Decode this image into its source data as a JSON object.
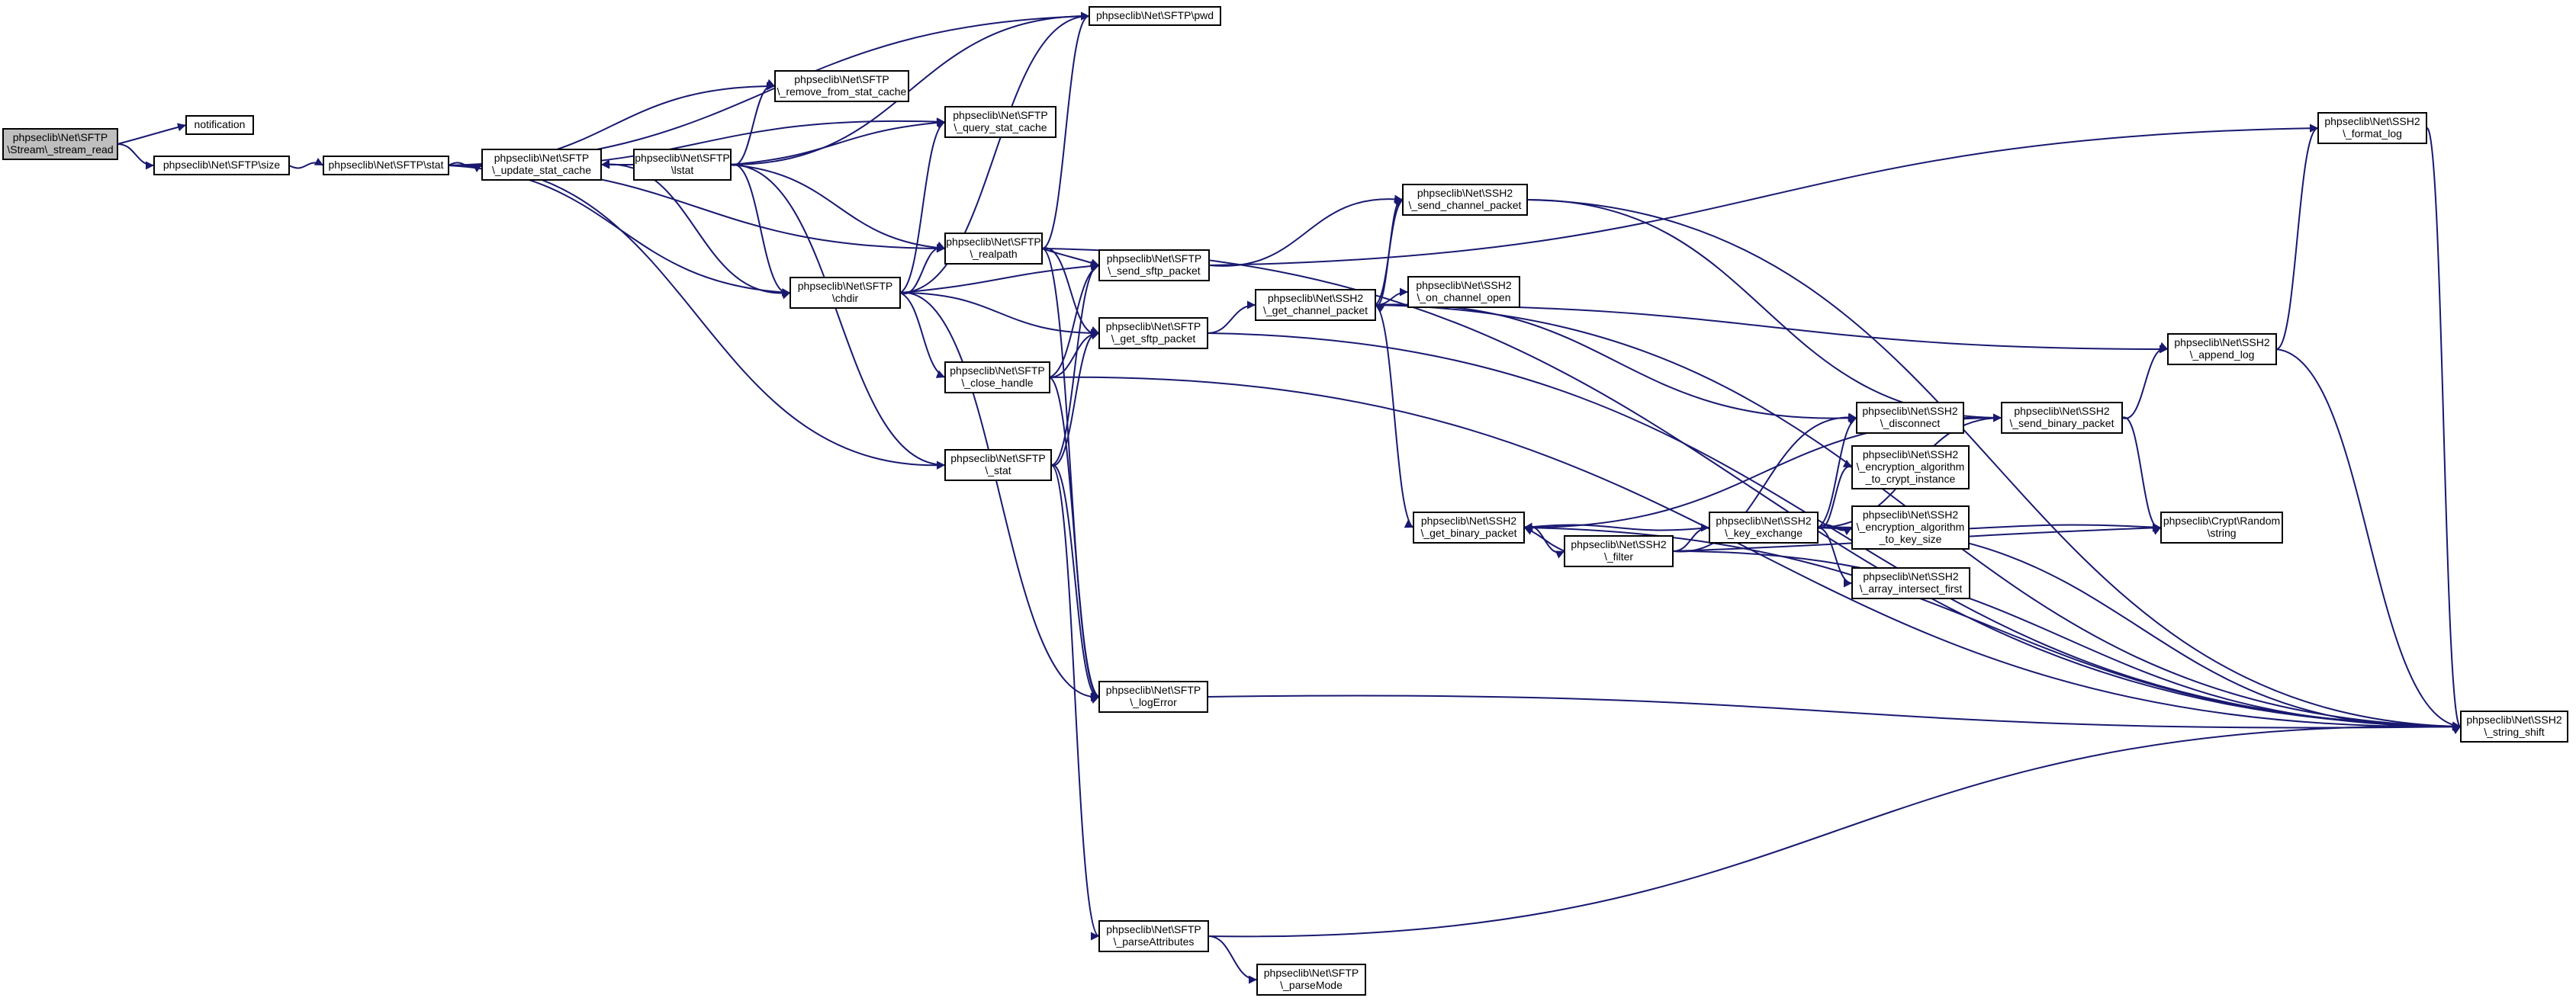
{
  "colors": {
    "edge": "#191970",
    "node_border": "#000000",
    "node_fill": "#ffffff",
    "root_fill": "#bfbfbf"
  },
  "nodes": [
    {
      "id": "stream_read",
      "lines": [
        "phpseclib\\Net\\SFTP",
        "\\Stream\\_stream_read"
      ],
      "root": true
    },
    {
      "id": "notification",
      "lines": [
        "notification"
      ]
    },
    {
      "id": "size",
      "lines": [
        "phpseclib\\Net\\SFTP\\size"
      ]
    },
    {
      "id": "stat",
      "lines": [
        "phpseclib\\Net\\SFTP\\stat"
      ]
    },
    {
      "id": "update_stat_cache",
      "lines": [
        "phpseclib\\Net\\SFTP",
        "\\_update_stat_cache"
      ]
    },
    {
      "id": "lstat",
      "lines": [
        "phpseclib\\Net\\SFTP",
        "\\lstat"
      ]
    },
    {
      "id": "remove_from_stat_cache",
      "lines": [
        "phpseclib\\Net\\SFTP",
        "\\_remove_from_stat_cache"
      ]
    },
    {
      "id": "query_stat_cache",
      "lines": [
        "phpseclib\\Net\\SFTP",
        "\\_query_stat_cache"
      ]
    },
    {
      "id": "pwd",
      "lines": [
        "phpseclib\\Net\\SFTP\\pwd"
      ]
    },
    {
      "id": "realpath",
      "lines": [
        "phpseclib\\Net\\SFTP",
        "\\_realpath"
      ]
    },
    {
      "id": "chdir",
      "lines": [
        "phpseclib\\Net\\SFTP",
        "\\chdir"
      ]
    },
    {
      "id": "close_handle",
      "lines": [
        "phpseclib\\Net\\SFTP",
        "\\_close_handle"
      ]
    },
    {
      "id": "sftp_stat",
      "lines": [
        "phpseclib\\Net\\SFTP",
        "\\_stat"
      ]
    },
    {
      "id": "send_sftp_packet",
      "lines": [
        "phpseclib\\Net\\SFTP",
        "\\_send_sftp_packet"
      ]
    },
    {
      "id": "get_sftp_packet",
      "lines": [
        "phpseclib\\Net\\SFTP",
        "\\_get_sftp_packet"
      ]
    },
    {
      "id": "logError",
      "lines": [
        "phpseclib\\Net\\SFTP",
        "\\_logError"
      ]
    },
    {
      "id": "parseAttributes",
      "lines": [
        "phpseclib\\Net\\SFTP",
        "\\_parseAttributes"
      ]
    },
    {
      "id": "parseMode",
      "lines": [
        "phpseclib\\Net\\SFTP",
        "\\_parseMode"
      ]
    },
    {
      "id": "send_channel_packet",
      "lines": [
        "phpseclib\\Net\\SSH2",
        "\\_send_channel_packet"
      ]
    },
    {
      "id": "get_channel_packet",
      "lines": [
        "phpseclib\\Net\\SSH2",
        "\\_get_channel_packet"
      ]
    },
    {
      "id": "on_channel_open",
      "lines": [
        "phpseclib\\Net\\SSH2",
        "\\_on_channel_open"
      ]
    },
    {
      "id": "get_binary_packet",
      "lines": [
        "phpseclib\\Net\\SSH2",
        "\\_get_binary_packet"
      ]
    },
    {
      "id": "filter",
      "lines": [
        "phpseclib\\Net\\SSH2",
        "\\_filter"
      ]
    },
    {
      "id": "key_exchange",
      "lines": [
        "phpseclib\\Net\\SSH2",
        "\\_key_exchange"
      ]
    },
    {
      "id": "disconnect",
      "lines": [
        "phpseclib\\Net\\SSH2",
        "\\_disconnect"
      ]
    },
    {
      "id": "encryption_algorithm_to_crypt_instance",
      "lines": [
        "phpseclib\\Net\\SSH2",
        "\\_encryption_algorithm",
        "_to_crypt_instance"
      ]
    },
    {
      "id": "encryption_algorithm_to_key_size",
      "lines": [
        "phpseclib\\Net\\SSH2",
        "\\_encryption_algorithm",
        "_to_key_size"
      ]
    },
    {
      "id": "array_intersect_first",
      "lines": [
        "phpseclib\\Net\\SSH2",
        "\\_array_intersect_first"
      ]
    },
    {
      "id": "send_binary_packet",
      "lines": [
        "phpseclib\\Net\\SSH2",
        "\\_send_binary_packet"
      ]
    },
    {
      "id": "append_log",
      "lines": [
        "phpseclib\\Net\\SSH2",
        "\\_append_log"
      ]
    },
    {
      "id": "format_log",
      "lines": [
        "phpseclib\\Net\\SSH2",
        "\\_format_log"
      ]
    },
    {
      "id": "crypt_random_string",
      "lines": [
        "phpseclib\\Crypt\\Random",
        "\\string"
      ]
    },
    {
      "id": "string_shift",
      "lines": [
        "phpseclib\\Net\\SSH2",
        "\\_string_shift"
      ]
    }
  ],
  "edges": [
    [
      "stream_read",
      "notification"
    ],
    [
      "stream_read",
      "size"
    ],
    [
      "size",
      "stat"
    ],
    [
      "stat",
      "update_stat_cache"
    ],
    [
      "stat",
      "remove_from_stat_cache"
    ],
    [
      "stat",
      "query_stat_cache"
    ],
    [
      "stat",
      "pwd"
    ],
    [
      "stat",
      "realpath"
    ],
    [
      "stat",
      "chdir"
    ],
    [
      "stat",
      "sftp_stat"
    ],
    [
      "lstat",
      "update_stat_cache"
    ],
    [
      "lstat",
      "remove_from_stat_cache"
    ],
    [
      "lstat",
      "query_stat_cache"
    ],
    [
      "lstat",
      "pwd"
    ],
    [
      "lstat",
      "realpath"
    ],
    [
      "lstat",
      "chdir"
    ],
    [
      "lstat",
      "sftp_stat"
    ],
    [
      "chdir",
      "update_stat_cache"
    ],
    [
      "chdir",
      "query_stat_cache"
    ],
    [
      "chdir",
      "pwd"
    ],
    [
      "chdir",
      "realpath"
    ],
    [
      "chdir",
      "send_sftp_packet"
    ],
    [
      "chdir",
      "get_sftp_packet"
    ],
    [
      "chdir",
      "close_handle"
    ],
    [
      "chdir",
      "logError"
    ],
    [
      "realpath",
      "pwd"
    ],
    [
      "realpath",
      "send_sftp_packet"
    ],
    [
      "realpath",
      "get_sftp_packet"
    ],
    [
      "realpath",
      "logError"
    ],
    [
      "realpath",
      "string_shift"
    ],
    [
      "close_handle",
      "send_sftp_packet"
    ],
    [
      "close_handle",
      "get_sftp_packet"
    ],
    [
      "close_handle",
      "logError"
    ],
    [
      "close_handle",
      "string_shift"
    ],
    [
      "sftp_stat",
      "send_sftp_packet"
    ],
    [
      "sftp_stat",
      "get_sftp_packet"
    ],
    [
      "sftp_stat",
      "logError"
    ],
    [
      "sftp_stat",
      "parseAttributes"
    ],
    [
      "send_sftp_packet",
      "send_channel_packet"
    ],
    [
      "send_sftp_packet",
      "format_log"
    ],
    [
      "get_sftp_packet",
      "get_channel_packet"
    ],
    [
      "get_sftp_packet",
      "string_shift"
    ],
    [
      "logError",
      "string_shift"
    ],
    [
      "parseAttributes",
      "parseMode"
    ],
    [
      "parseAttributes",
      "string_shift"
    ],
    [
      "send_channel_packet",
      "get_channel_packet"
    ],
    [
      "send_channel_packet",
      "send_binary_packet"
    ],
    [
      "send_channel_packet",
      "string_shift"
    ],
    [
      "get_channel_packet",
      "send_channel_packet"
    ],
    [
      "get_channel_packet",
      "on_channel_open"
    ],
    [
      "get_channel_packet",
      "get_binary_packet"
    ],
    [
      "get_channel_packet",
      "disconnect"
    ],
    [
      "get_channel_packet",
      "append_log"
    ],
    [
      "get_channel_packet",
      "string_shift"
    ],
    [
      "get_binary_packet",
      "filter"
    ],
    [
      "get_binary_packet",
      "send_binary_packet"
    ],
    [
      "get_binary_packet",
      "string_shift"
    ],
    [
      "filter",
      "get_binary_packet"
    ],
    [
      "filter",
      "key_exchange"
    ],
    [
      "filter",
      "disconnect"
    ],
    [
      "filter",
      "crypt_random_string"
    ],
    [
      "filter",
      "string_shift"
    ],
    [
      "key_exchange",
      "get_binary_packet"
    ],
    [
      "key_exchange",
      "disconnect"
    ],
    [
      "key_exchange",
      "send_binary_packet"
    ],
    [
      "key_exchange",
      "encryption_algorithm_to_crypt_instance"
    ],
    [
      "key_exchange",
      "encryption_algorithm_to_key_size"
    ],
    [
      "key_exchange",
      "array_intersect_first"
    ],
    [
      "key_exchange",
      "crypt_random_string"
    ],
    [
      "key_exchange",
      "string_shift"
    ],
    [
      "disconnect",
      "send_binary_packet"
    ],
    [
      "send_binary_packet",
      "append_log"
    ],
    [
      "send_binary_packet",
      "crypt_random_string"
    ],
    [
      "append_log",
      "format_log"
    ],
    [
      "append_log",
      "string_shift"
    ],
    [
      "format_log",
      "string_shift"
    ]
  ]
}
